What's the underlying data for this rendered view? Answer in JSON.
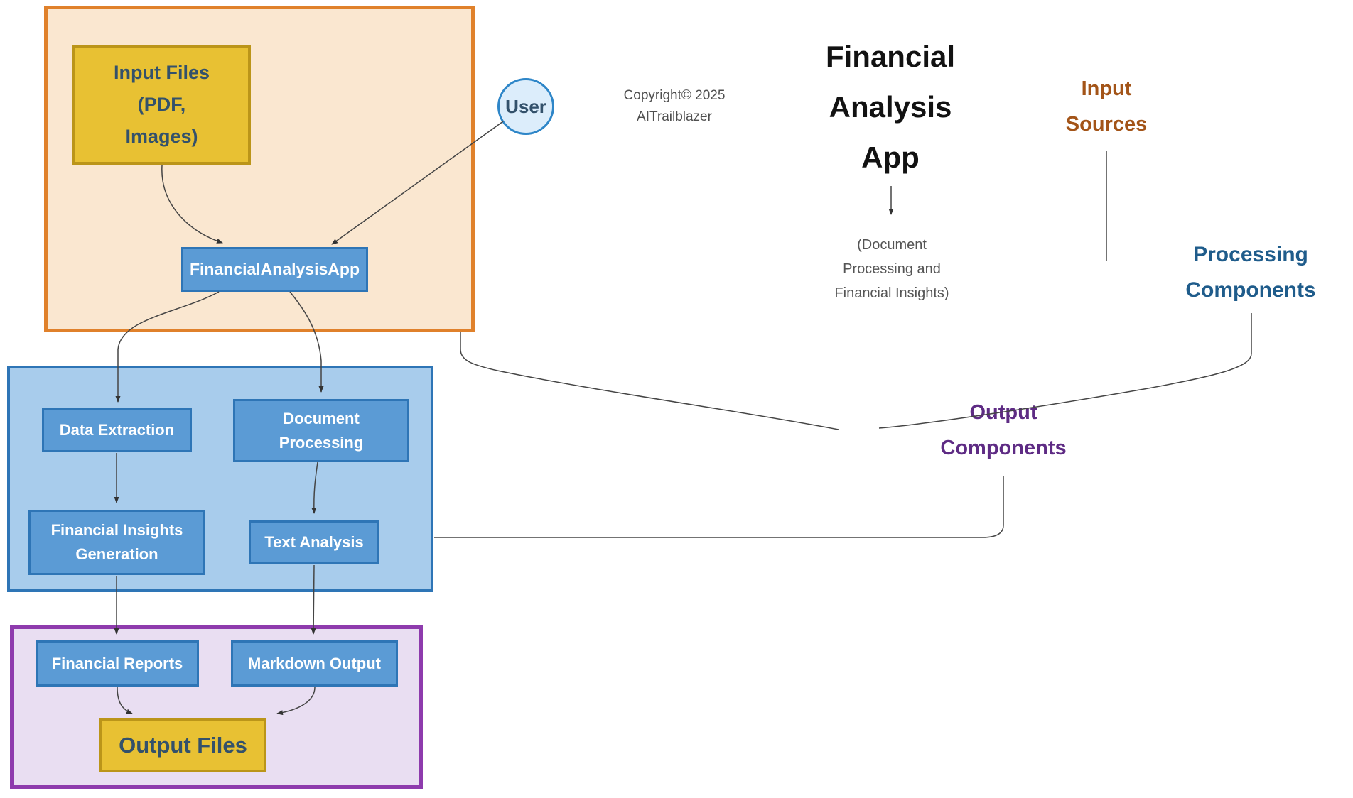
{
  "title": {
    "lines": [
      "Financial",
      "Analysis",
      "App"
    ],
    "subtitle_lines": [
      "(Document",
      "Processing and",
      "Financial Insights)"
    ]
  },
  "copyright": {
    "line1": "Copyright© 2025",
    "line2": "AITrailblazer"
  },
  "user": {
    "label": "User"
  },
  "group_labels": {
    "input_sources": {
      "lines": [
        "Input",
        "Sources"
      ],
      "color": "#A35418"
    },
    "processing_components": {
      "lines": [
        "Processing",
        "Components"
      ],
      "color": "#1F5C8B"
    },
    "output_components": {
      "lines": [
        "Output",
        "Components"
      ],
      "color": "#5E2B84"
    }
  },
  "nodes": {
    "input_files": {
      "lines": [
        "Input Files",
        "(PDF,",
        "Images)"
      ]
    },
    "financial_analysis_app": {
      "label": "FinancialAnalysisApp"
    },
    "data_extraction": {
      "label": "Data Extraction"
    },
    "document_processing": {
      "lines": [
        "Document",
        "Processing"
      ]
    },
    "financial_insights_generation": {
      "lines": [
        "Financial Insights",
        "Generation"
      ]
    },
    "text_analysis": {
      "label": "Text Analysis"
    },
    "financial_reports": {
      "label": "Financial Reports"
    },
    "markdown_output": {
      "label": "Markdown Output"
    },
    "output_files": {
      "label": "Output Files"
    }
  },
  "colors": {
    "orange_container_border": "#E0812B",
    "orange_container_fill": "#FAE7D0",
    "blue_container_border": "#2E75B6",
    "blue_container_fill": "#A8CCEC",
    "purple_container_border": "#8E3BAD",
    "purple_container_fill": "#E9DEF2",
    "node_blue_fill": "#5B9BD5",
    "node_blue_border": "#2E75B6",
    "node_gold_fill": "#E8C133",
    "node_gold_border": "#BB9519",
    "node_gold_text": "#33516B",
    "user_circle_fill": "#DCEDFB",
    "user_circle_border": "#2E86C8",
    "edge_stroke": "#454545"
  }
}
